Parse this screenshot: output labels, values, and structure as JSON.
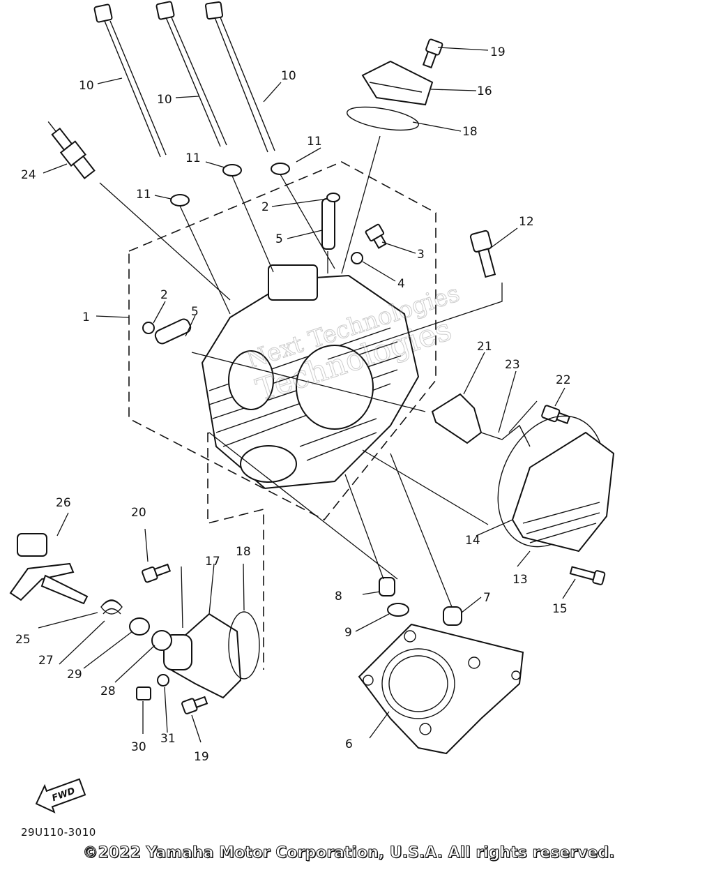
{
  "diagram": {
    "code": "29U110-3010",
    "copyright": "©2022 Yamaha Motor Corporation, U.S.A. All rights reserved.",
    "watermark": [
      "Next Technologies",
      "Technologies"
    ],
    "fwd_label": "FWD",
    "callouts": [
      "1",
      "2",
      "2",
      "3",
      "4",
      "5",
      "5",
      "6",
      "7",
      "8",
      "9",
      "10",
      "10",
      "10",
      "11",
      "11",
      "11",
      "12",
      "13",
      "14",
      "15",
      "16",
      "17",
      "18",
      "18",
      "19",
      "19",
      "20",
      "21",
      "22",
      "23",
      "24",
      "25",
      "26",
      "27",
      "28",
      "29",
      "30",
      "31"
    ]
  }
}
